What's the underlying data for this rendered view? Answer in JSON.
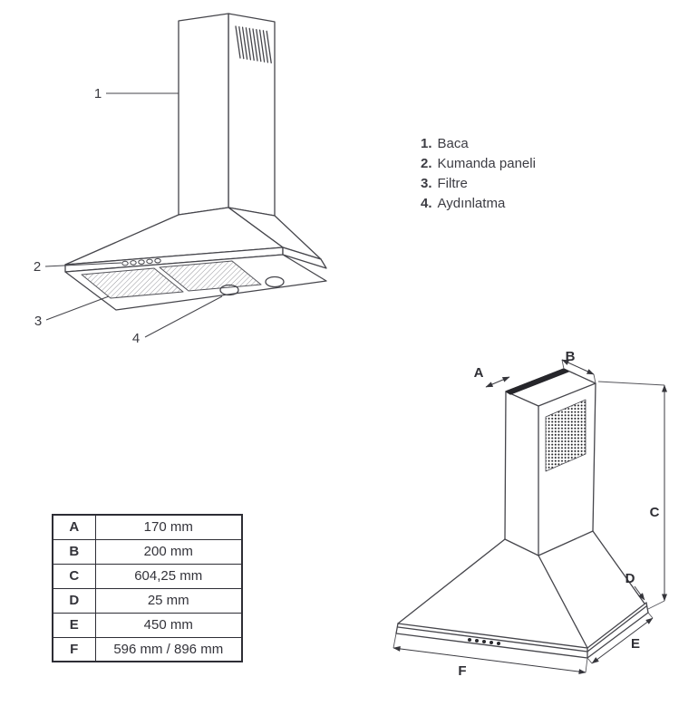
{
  "legend": {
    "items": [
      {
        "num": "1.",
        "label": "Baca"
      },
      {
        "num": "2.",
        "label": "Kumanda paneli"
      },
      {
        "num": "3.",
        "label": "Filtre"
      },
      {
        "num": "4.",
        "label": "Aydınlatma"
      }
    ]
  },
  "parts_diagram": {
    "callouts": {
      "chimney": "1",
      "control_panel": "2",
      "filter": "3",
      "lighting": "4"
    }
  },
  "dimension_diagram": {
    "labels": {
      "A": "A",
      "B": "B",
      "C": "C",
      "D": "D",
      "E": "E",
      "F": "F"
    }
  },
  "dimensions_table": {
    "rows": [
      {
        "key": "A",
        "value": "170 mm"
      },
      {
        "key": "B",
        "value": "200 mm"
      },
      {
        "key": "C",
        "value": "604,25 mm"
      },
      {
        "key": "D",
        "value": "25 mm"
      },
      {
        "key": "E",
        "value": "450 mm"
      },
      {
        "key": "F",
        "value": "596 mm / 896 mm"
      }
    ]
  },
  "colors": {
    "line": "#45454b",
    "text": "#3c3c43",
    "table_border": "#2d2d35"
  }
}
